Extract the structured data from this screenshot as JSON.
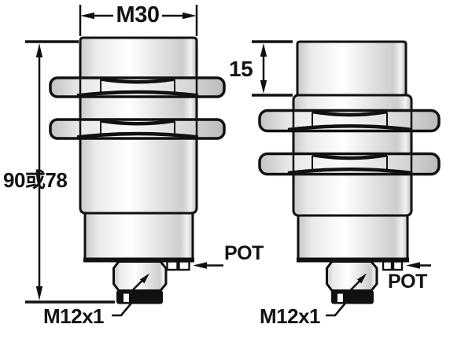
{
  "drawing": {
    "left_sensor": {
      "thread_label": "M30",
      "length_label": "90或78",
      "connector_label": "M12x1",
      "pot_label": "POT"
    },
    "right_sensor": {
      "tip_length_label": "15",
      "connector_label": "M12x1",
      "pot_label": "POT"
    },
    "colors": {
      "line": "#111111",
      "background": "#ffffff",
      "metal_highlight": "#ffffff",
      "metal_shadow": "#c7c7c7"
    }
  }
}
